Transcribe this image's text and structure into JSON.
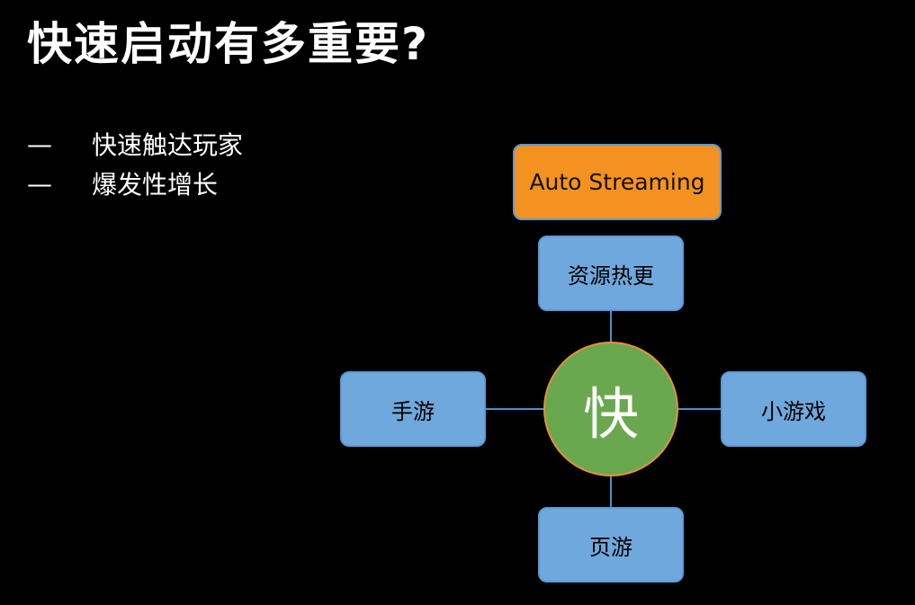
{
  "title": "快速启动有多重要?",
  "bullets": [
    {
      "marker": "—",
      "text": "快速触达玩家"
    },
    {
      "marker": "—",
      "text": "爆发性增长"
    }
  ],
  "diagram": {
    "center": "快",
    "top_outer": "Auto Streaming",
    "top": "资源热更",
    "left": "手游",
    "right": "小游戏",
    "bottom": "页游"
  },
  "colors": {
    "background": "#000000",
    "box_fill": "#6fa8dc",
    "box_border": "#5b9bd5",
    "orange_fill": "#f39220",
    "center_fill": "#6aa84f",
    "center_border": "#e69138"
  }
}
